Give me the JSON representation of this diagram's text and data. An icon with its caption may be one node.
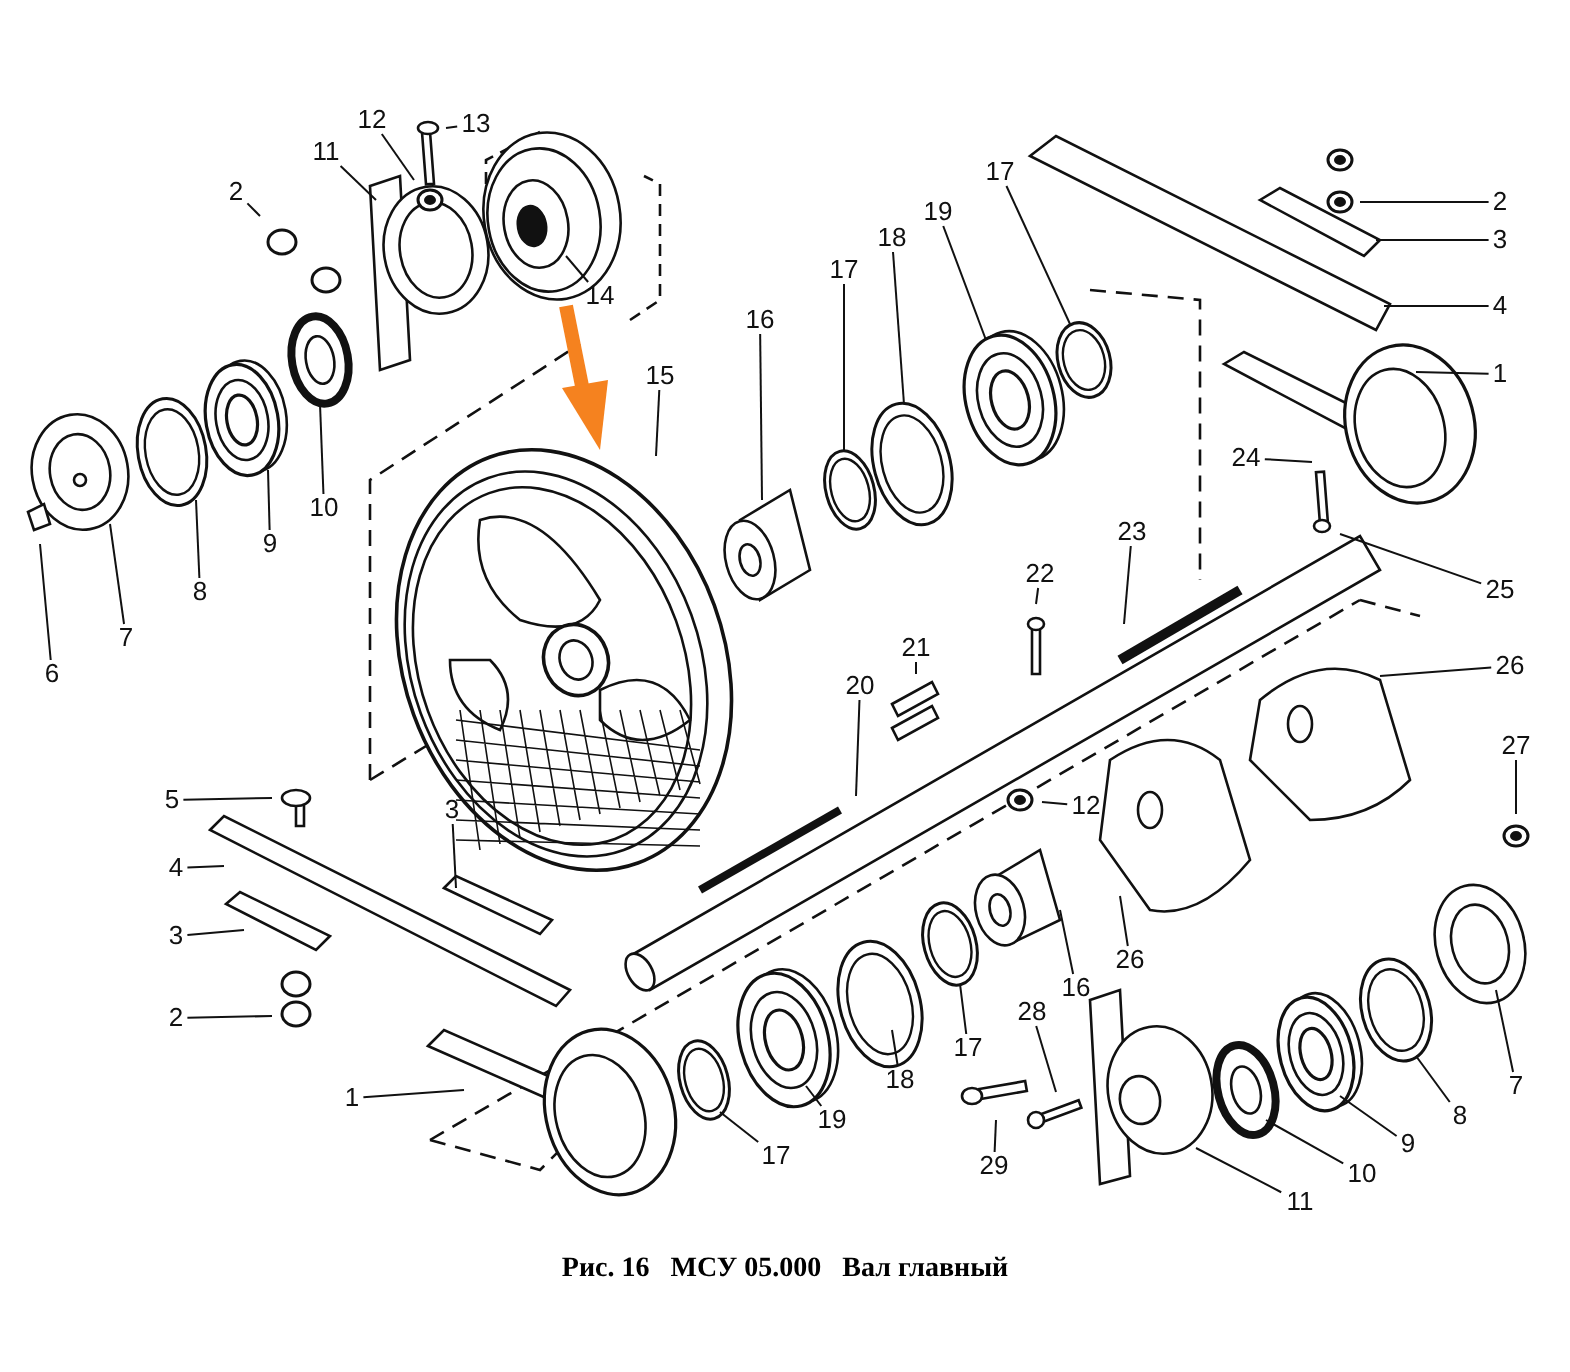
{
  "diagram": {
    "caption": "Рис. 16   МСУ 05.000   Вал главный",
    "nodes": [
      {
        "text": [
          "13"
        ]
      },
      {
        "text": [
          "12"
        ]
      },
      {
        "text": [
          "11"
        ]
      },
      {
        "text": [
          "2"
        ]
      },
      {
        "text": [
          "17"
        ]
      },
      {
        "text": [
          "2"
        ]
      },
      {
        "text": [
          "18"
        ]
      },
      {
        "text": [
          "3"
        ]
      },
      {
        "text": [
          "19"
        ]
      },
      {
        "text": [
          "17"
        ]
      },
      {
        "text": [
          "14"
        ]
      },
      {
        "text": [
          "4"
        ]
      },
      {
        "text": [
          "16"
        ]
      },
      {
        "text": [
          "1"
        ]
      },
      {
        "text": [
          "15"
        ]
      },
      {
        "text": [
          "24"
        ]
      },
      {
        "text": [
          "10"
        ]
      },
      {
        "text": [
          "23"
        ]
      },
      {
        "text": [
          "9"
        ]
      },
      {
        "text": [
          "22"
        ]
      },
      {
        "text": [
          "25"
        ]
      },
      {
        "text": [
          "8"
        ]
      },
      {
        "text": [
          "7"
        ]
      },
      {
        "text": [
          "26"
        ]
      },
      {
        "text": [
          "21"
        ]
      },
      {
        "text": [
          "6"
        ]
      },
      {
        "text": [
          "20"
        ]
      },
      {
        "text": [
          "27"
        ]
      },
      {
        "text": [
          "5"
        ]
      },
      {
        "text": [
          "12"
        ]
      },
      {
        "text": [
          "3"
        ]
      },
      {
        "text": [
          "4"
        ]
      },
      {
        "text": [
          "3"
        ]
      },
      {
        "text": [
          "26"
        ]
      },
      {
        "text": [
          "16"
        ]
      },
      {
        "text": [
          "28"
        ]
      },
      {
        "text": [
          "2"
        ]
      },
      {
        "text": [
          "17"
        ]
      },
      {
        "text": [
          "18"
        ]
      },
      {
        "text": [
          "1"
        ]
      },
      {
        "text": [
          "19"
        ]
      },
      {
        "text": [
          "8"
        ]
      },
      {
        "text": [
          "7"
        ]
      },
      {
        "text": [
          "9"
        ]
      },
      {
        "text": [
          "17"
        ]
      },
      {
        "text": [
          "29"
        ]
      },
      {
        "text": [
          "10"
        ]
      },
      {
        "text": [
          "11"
        ]
      }
    ],
    "edges": [
      {
        "from": 0,
        "to": null,
        "arrow": "none"
      },
      {
        "from": 1,
        "to": null,
        "arrow": "none"
      },
      {
        "from": 2,
        "to": null,
        "arrow": "none"
      },
      {
        "from": 3,
        "to": null,
        "arrow": "none"
      },
      {
        "from": 4,
        "to": null,
        "arrow": "none"
      },
      {
        "from": 5,
        "to": null,
        "arrow": "none"
      },
      {
        "from": 6,
        "to": null,
        "arrow": "none"
      },
      {
        "from": 7,
        "to": null,
        "arrow": "none"
      },
      {
        "from": 8,
        "to": null,
        "arrow": "none"
      },
      {
        "from": 9,
        "to": null,
        "arrow": "none"
      },
      {
        "from": 10,
        "to": null,
        "arrow": "none"
      },
      {
        "from": 11,
        "to": null,
        "arrow": "none"
      },
      {
        "from": 12,
        "to": null,
        "arrow": "none"
      },
      {
        "from": 13,
        "to": null,
        "arrow": "none"
      },
      {
        "from": 14,
        "to": null,
        "arrow": "none"
      },
      {
        "from": 15,
        "to": null,
        "arrow": "none"
      },
      {
        "from": 16,
        "to": null,
        "arrow": "none"
      },
      {
        "from": 17,
        "to": null,
        "arrow": "none"
      },
      {
        "from": 18,
        "to": null,
        "arrow": "none"
      },
      {
        "from": 19,
        "to": null,
        "arrow": "none"
      },
      {
        "from": 20,
        "to": null,
        "arrow": "none"
      },
      {
        "from": 21,
        "to": null,
        "arrow": "none"
      },
      {
        "from": 22,
        "to": null,
        "arrow": "none"
      },
      {
        "from": 23,
        "to": null,
        "arrow": "none"
      },
      {
        "from": 24,
        "to": null,
        "arrow": "none"
      },
      {
        "from": 25,
        "to": null,
        "arrow": "none"
      },
      {
        "from": 26,
        "to": null,
        "arrow": "none"
      },
      {
        "from": 27,
        "to": null,
        "arrow": "none"
      },
      {
        "from": 28,
        "to": null,
        "arrow": "none"
      },
      {
        "from": 29,
        "to": null,
        "arrow": "none"
      },
      {
        "from": 30,
        "to": null,
        "arrow": "none"
      },
      {
        "from": 31,
        "to": null,
        "arrow": "none"
      },
      {
        "from": 32,
        "to": null,
        "arrow": "none"
      },
      {
        "from": 33,
        "to": null,
        "arrow": "none"
      },
      {
        "from": 34,
        "to": null,
        "arrow": "none"
      },
      {
        "from": 35,
        "to": null,
        "arrow": "none"
      },
      {
        "from": 36,
        "to": null,
        "arrow": "none"
      },
      {
        "from": 37,
        "to": null,
        "arrow": "none"
      },
      {
        "from": 38,
        "to": null,
        "arrow": "none"
      },
      {
        "from": 39,
        "to": null,
        "arrow": "none"
      },
      {
        "from": 40,
        "to": null,
        "arrow": "none"
      },
      {
        "from": 41,
        "to": null,
        "arrow": "none"
      },
      {
        "from": 42,
        "to": null,
        "arrow": "none"
      },
      {
        "from": 43,
        "to": null,
        "arrow": "none"
      },
      {
        "from": 44,
        "to": null,
        "arrow": "none"
      },
      {
        "from": 45,
        "to": null,
        "arrow": "none"
      },
      {
        "from": 46,
        "to": null,
        "arrow": "none"
      },
      {
        "from": 47,
        "to": null,
        "arrow": "none"
      }
    ]
  }
}
